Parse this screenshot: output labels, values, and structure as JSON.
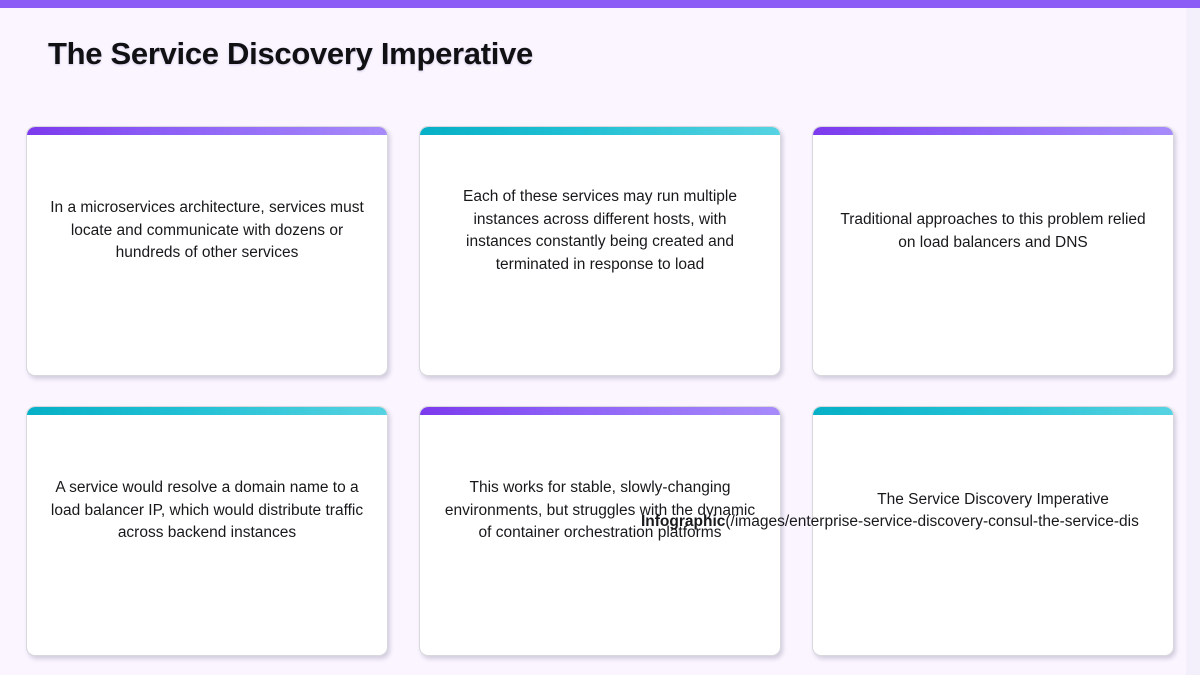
{
  "page": {
    "title": "The Service Discovery Imperative",
    "background_color": "#faf5ff",
    "accent_stripe_color": "#8b5cf6"
  },
  "colors": {
    "accent_purple_start": "#7c3aed",
    "accent_purple_end": "#a78bfa",
    "accent_teal_start": "#06b0c6",
    "accent_teal_end": "#56d3e2",
    "card_background": "#ffffff",
    "card_border": "#d8d8dd",
    "text": "#18181b"
  },
  "cards": [
    {
      "text": "In a microservices architecture, services must locate and communicate with dozens or hundreds of other services",
      "accent": "purple",
      "position": "pos-a"
    },
    {
      "text": "Each of these services may run multiple instances across different hosts, with instances constantly being created and terminated in response to load",
      "accent": "teal",
      "position": "pos-b"
    },
    {
      "text": "Traditional approaches to this problem relied on load balancers and DNS",
      "accent": "purple",
      "position": "pos-c"
    },
    {
      "text": "A service would resolve a domain name to a load balancer IP, which would distribute traffic across backend instances",
      "accent": "teal",
      "position": "pos-a"
    },
    {
      "text": "This works for stable, slowly-changing environments, but struggles with the dynamic of container orchestration platforms",
      "accent": "purple",
      "position": "pos-a"
    },
    {
      "text": "The Service Discovery Imperative",
      "accent": "teal",
      "position": "pos-c"
    }
  ],
  "overlay": {
    "label": "Infographic",
    "url": "(/images/enterprise-service-discovery-consul-the-service-dis"
  }
}
